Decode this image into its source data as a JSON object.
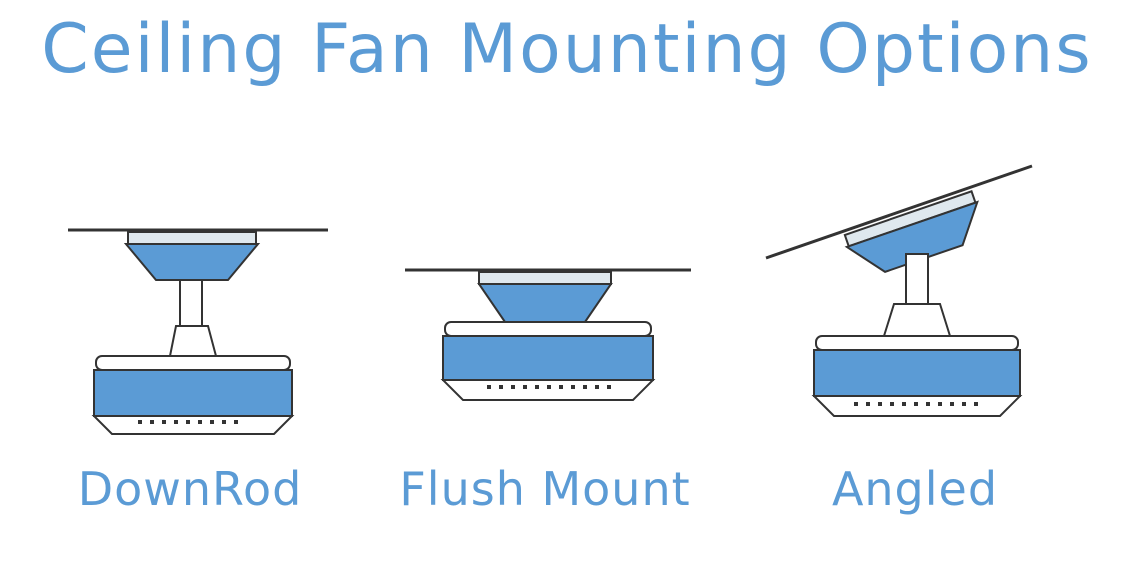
{
  "title": "Ceiling Fan Mounting Options",
  "options": [
    {
      "label": "DownRod"
    },
    {
      "label": "Flush Mount"
    },
    {
      "label": "Angled"
    }
  ],
  "colors": {
    "accent": "#5b9bd5",
    "canopy_plate": "#dfe8ee",
    "outline": "#333333"
  }
}
